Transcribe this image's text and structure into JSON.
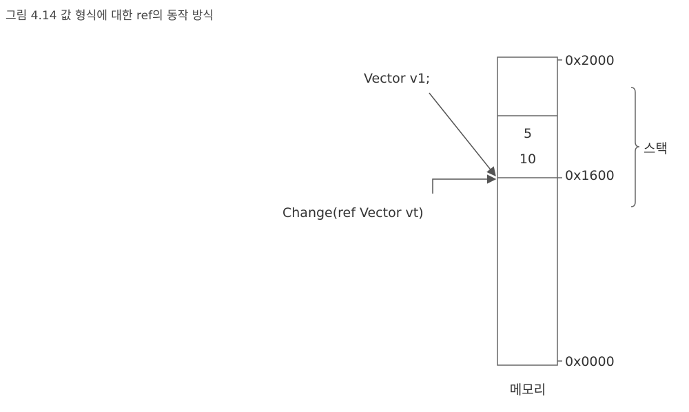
{
  "caption": "그림 4.14 값 형식에 대한 ref의 동작 방식",
  "labels": {
    "vector_decl": "Vector v1;",
    "change_call": "Change(ref Vector vt)",
    "stack": "스택",
    "memory": "메모리"
  },
  "addresses": {
    "top": "0x2000",
    "middle": "0x1600",
    "bottom": "0x0000"
  },
  "stack_values": {
    "first": "5",
    "second": "10"
  },
  "colors": {
    "line": "#555555",
    "text": "#333333"
  }
}
